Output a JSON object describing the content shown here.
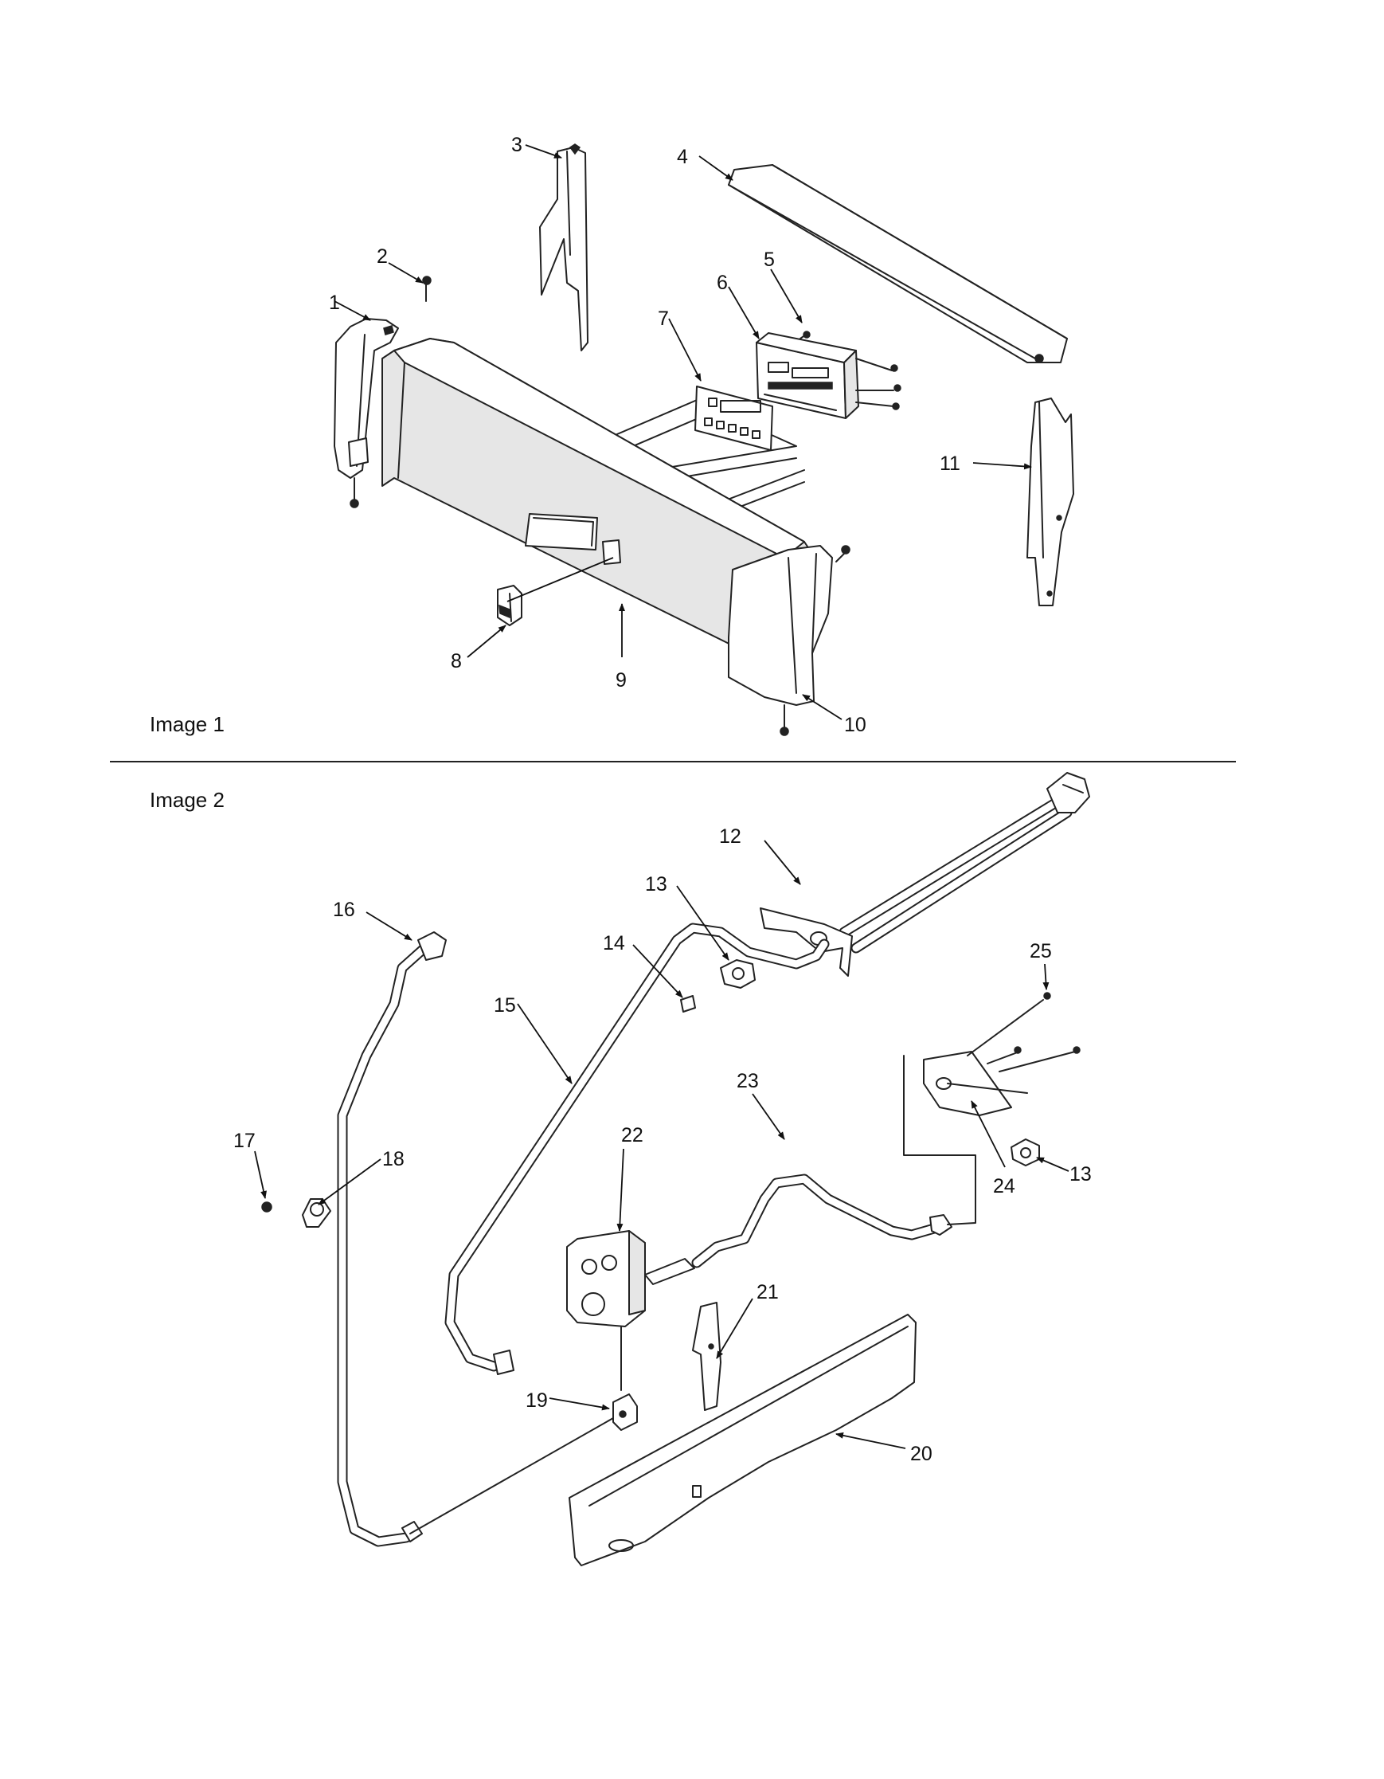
{
  "sections": [
    {
      "label": "Image 1"
    },
    {
      "label": "Image 2"
    }
  ],
  "callouts": [
    "1",
    "2",
    "3",
    "4",
    "5",
    "6",
    "7",
    "8",
    "9",
    "10",
    "11",
    "12",
    "13",
    "14",
    "15",
    "16",
    "17",
    "18",
    "19",
    "20",
    "21",
    "22",
    "23",
    "24",
    "25"
  ]
}
